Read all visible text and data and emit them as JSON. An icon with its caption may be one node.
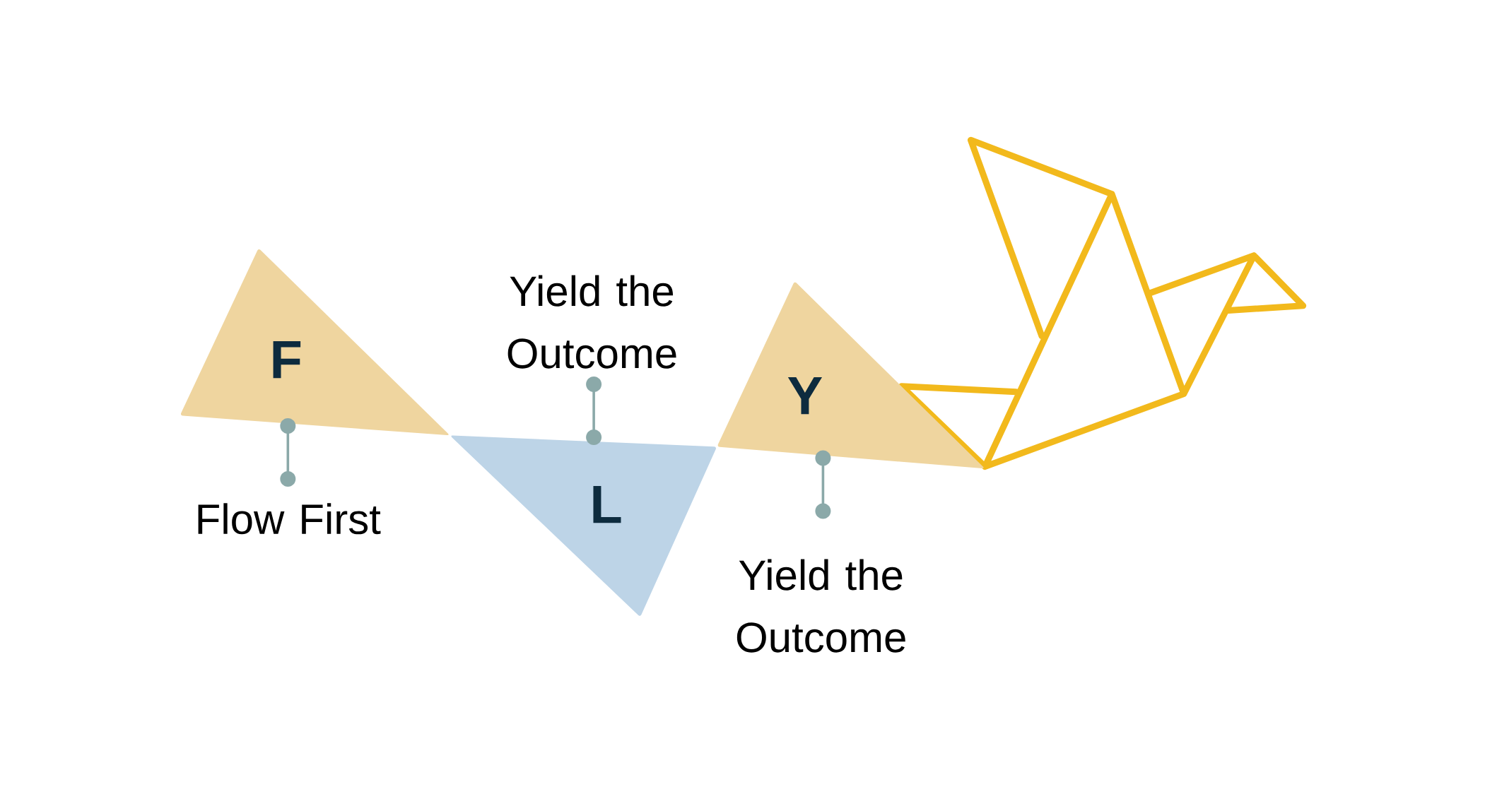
{
  "diagram": {
    "nodes": [
      {
        "text": [
          "F"
        ]
      },
      {
        "text": [
          "L"
        ]
      },
      {
        "text": [
          "Y"
        ]
      },
      {
        "text": [
          "Flow First"
        ]
      },
      {
        "text": [
          "Yield the Outcome"
        ]
      },
      {
        "text": [
          "Yield the Outcome"
        ]
      }
    ],
    "edges": [
      {
        "from": 3,
        "to": 0,
        "arrow": "other"
      },
      {
        "from": 4,
        "to": 1,
        "arrow": "other"
      },
      {
        "from": 5,
        "to": 2,
        "arrow": "other"
      }
    ]
  }
}
